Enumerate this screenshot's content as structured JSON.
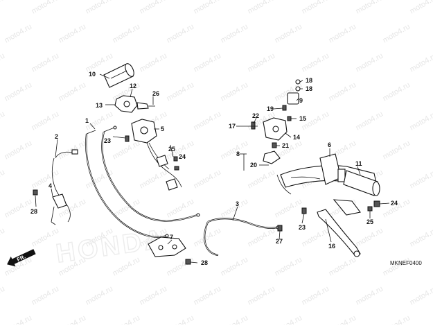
{
  "watermark": {
    "text": "moto4.ru",
    "brand_logo": "HONDA"
  },
  "drawing_code": "MKNEF0400",
  "front_arrow_label": "FR.",
  "callouts": [
    {
      "id": "c1",
      "label": "1"
    },
    {
      "id": "c2",
      "label": "2"
    },
    {
      "id": "c3",
      "label": "3"
    },
    {
      "id": "c4",
      "label": "4"
    },
    {
      "id": "c5",
      "label": "5"
    },
    {
      "id": "c6",
      "label": "6"
    },
    {
      "id": "c7",
      "label": "7"
    },
    {
      "id": "c8",
      "label": "8"
    },
    {
      "id": "c9",
      "label": "9"
    },
    {
      "id": "c10",
      "label": "10"
    },
    {
      "id": "c11",
      "label": "11"
    },
    {
      "id": "c12",
      "label": "12"
    },
    {
      "id": "c13",
      "label": "13"
    },
    {
      "id": "c14",
      "label": "14"
    },
    {
      "id": "c15",
      "label": "15"
    },
    {
      "id": "c16",
      "label": "16"
    },
    {
      "id": "c17",
      "label": "17"
    },
    {
      "id": "c18a",
      "label": "18"
    },
    {
      "id": "c18b",
      "label": "18"
    },
    {
      "id": "c19",
      "label": "19"
    },
    {
      "id": "c20",
      "label": "20"
    },
    {
      "id": "c21",
      "label": "21"
    },
    {
      "id": "c22",
      "label": "22"
    },
    {
      "id": "c23a",
      "label": "23"
    },
    {
      "id": "c23b",
      "label": "23"
    },
    {
      "id": "c24a",
      "label": "24"
    },
    {
      "id": "c24b",
      "label": "24"
    },
    {
      "id": "c25a",
      "label": "25"
    },
    {
      "id": "c25b",
      "label": "25"
    },
    {
      "id": "c26",
      "label": "26"
    },
    {
      "id": "c27",
      "label": "27"
    },
    {
      "id": "c28a",
      "label": "28"
    },
    {
      "id": "c28b",
      "label": "28"
    }
  ]
}
